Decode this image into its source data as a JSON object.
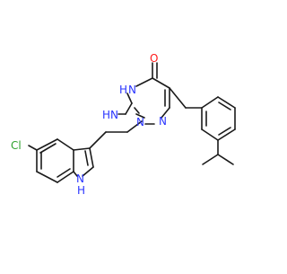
{
  "atoms": {
    "cl": {
      "text": "Cl",
      "color": "#2fa12f"
    },
    "nh_indole_n": {
      "text": "N",
      "color": "#2a35ff"
    },
    "nh_indole_h": {
      "text": "H",
      "color": "#2a35ff"
    },
    "nh_amine": {
      "text": "HN",
      "color": "#2a35ff"
    },
    "n1": {
      "text": "N",
      "color": "#2a35ff"
    },
    "n2": {
      "text": "N",
      "color": "#2a35ff"
    },
    "n4h": {
      "text": "N",
      "color": "#2a35ff"
    },
    "h4": {
      "text": "H",
      "color": "#2a35ff"
    },
    "o": {
      "text": "O",
      "color": "#ff1a1a"
    }
  },
  "colors": {
    "bond": "#1a1a1a"
  }
}
